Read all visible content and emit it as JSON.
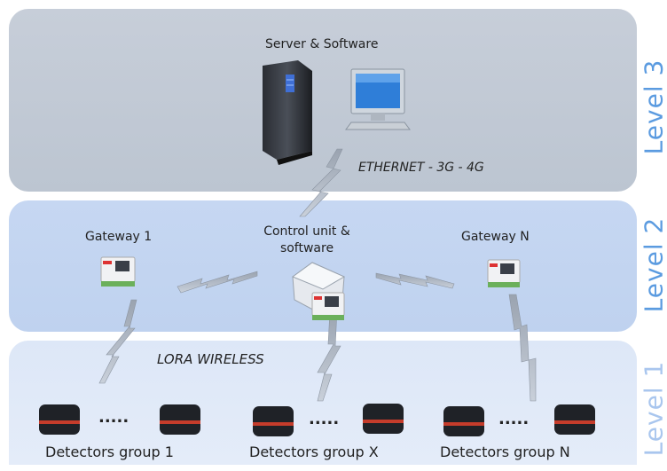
{
  "levels": {
    "level3": {
      "label": "Level 3",
      "title": "Server & Software",
      "link": "ETHERNET  - 3G - 4G"
    },
    "level2": {
      "label": "Level 2",
      "gateway_1": "Gateway 1",
      "control_unit": "Control unit &\nsoftware",
      "gateway_n": "Gateway N"
    },
    "level1": {
      "label": "Level 1",
      "link": "LORA WIRELESS",
      "dots": ".....",
      "groups": [
        "Detectors group 1",
        "Detectors group X",
        "Detectors group N"
      ]
    }
  },
  "colors": {
    "level3_bg": "#c3cad6",
    "level2_bg": "#c3d5f0",
    "level1_bg": "#e1e9f8",
    "level_label": "#5b9be0"
  },
  "icons": [
    "server-tower-icon",
    "monitor-icon",
    "gateway-device-icon",
    "control-unit-icon",
    "detector-icon",
    "wireless-link-icon"
  ]
}
